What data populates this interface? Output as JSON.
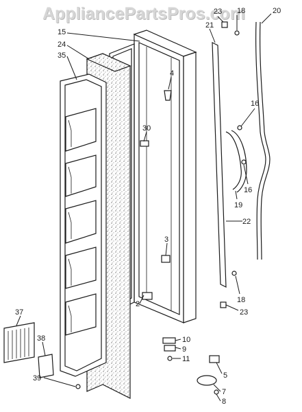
{
  "watermark": "AppliancePartsPros.com",
  "callouts": {
    "c23a": "23",
    "c18a": "18",
    "c20": "20",
    "c21": "21",
    "c15": "15",
    "c24": "24",
    "c35": "35",
    "c4": "4",
    "c30": "30",
    "c16a": "16",
    "c16b": "16",
    "c19": "19",
    "c22": "22",
    "c3": "3",
    "c18b": "18",
    "c23b": "23",
    "c2": "2",
    "c37": "37",
    "c38": "38",
    "c10": "10",
    "c9": "9",
    "c11": "11",
    "c5": "5",
    "c39": "39",
    "c7": "7",
    "c8": "8"
  }
}
